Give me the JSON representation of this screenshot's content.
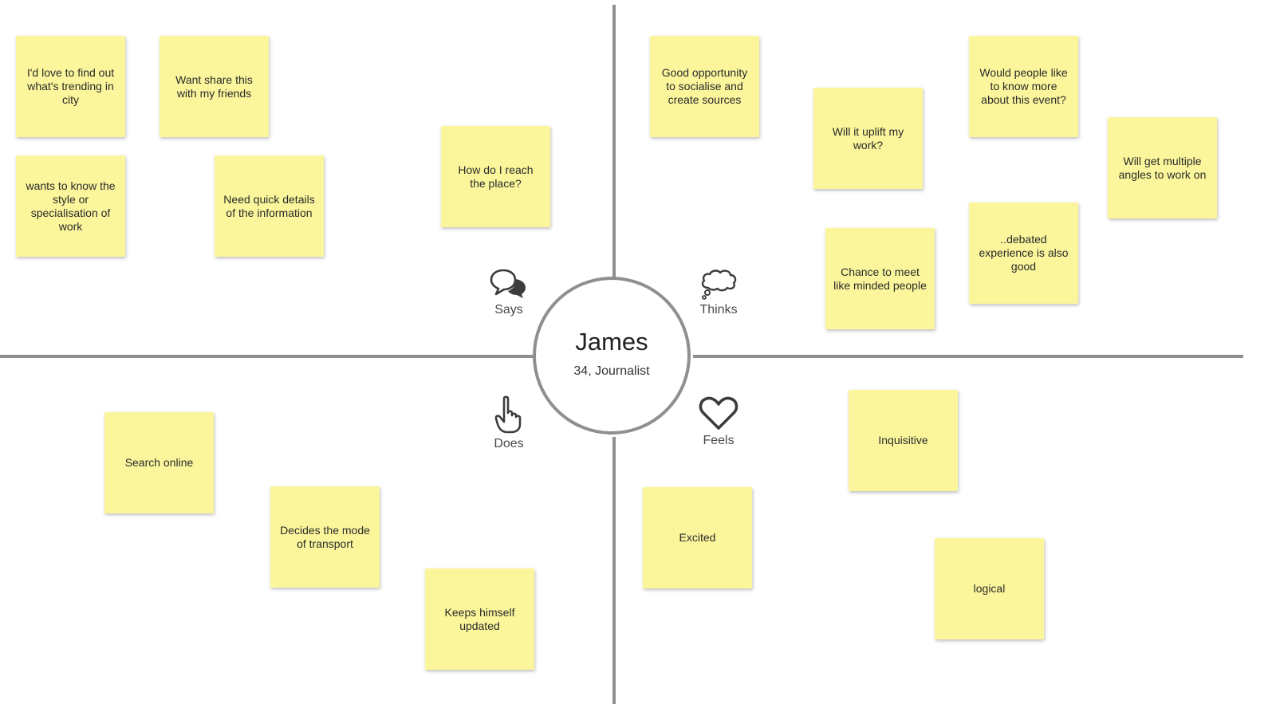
{
  "persona": {
    "name": "James",
    "subtitle": "34, Journalist"
  },
  "quadrants": {
    "says": {
      "label": "Says",
      "icon": "speech-bubbles-icon"
    },
    "thinks": {
      "label": "Thinks",
      "icon": "thought-cloud-icon"
    },
    "does": {
      "label": "Does",
      "icon": "pointing-hand-icon"
    },
    "feels": {
      "label": "Feels",
      "icon": "heart-icon"
    }
  },
  "notes": {
    "says": [
      "I'd love to find out what's trending in city",
      "Want share this with my friends",
      "wants to know the style or specialisation of work",
      "Need quick details of the information",
      "How do I reach the place?"
    ],
    "thinks": [
      "Good opportunity to socialise and create sources",
      "Will it uplift my work?",
      "Would people like to know more about this event?",
      "Will get multiple angles to work on",
      "Chance to meet like minded people",
      "..debated experience is also good"
    ],
    "does": [
      "Search online",
      "Decides the mode of transport",
      "Keeps himself updated"
    ],
    "feels": [
      "Inquisitive",
      "Excited",
      "logical"
    ]
  },
  "colors": {
    "note": "#fbf69c",
    "axis": "#8f8f8f"
  }
}
